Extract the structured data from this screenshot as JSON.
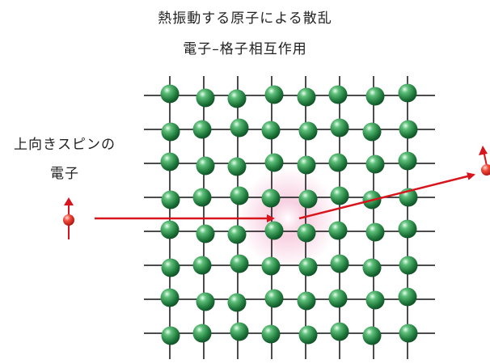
{
  "title": {
    "line1": "熱振動する原子による散乱",
    "line2": "電子–格子相互作用"
  },
  "electron_label": {
    "line1": "上向きスピンの",
    "line2": "電子"
  },
  "colors": {
    "atom": "#1f7a3c",
    "atom_highlight": "#bfe8c8",
    "grid": "#111111",
    "arrow": "#d8141c",
    "scatter_glow": "#f2b6cf",
    "electron": "#e0302a"
  },
  "lattice": {
    "rows": 8,
    "cols": 8
  }
}
